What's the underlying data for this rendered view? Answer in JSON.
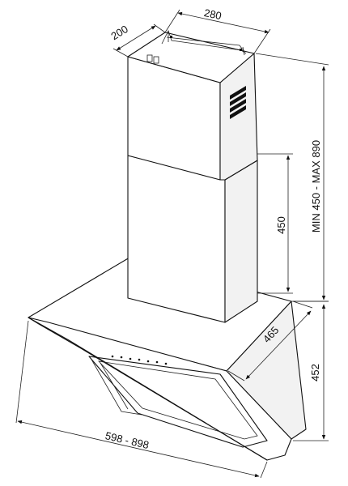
{
  "dimensions": {
    "chimney_width": "280",
    "chimney_depth": "200",
    "chimney_height_range": "MIN 450 - MAX 890",
    "upper_chimney_height": "450",
    "hood_depth": "465",
    "hood_height": "452",
    "hood_width_range": "598 - 898"
  },
  "colors": {
    "line": "#111111",
    "background": "#ffffff"
  }
}
